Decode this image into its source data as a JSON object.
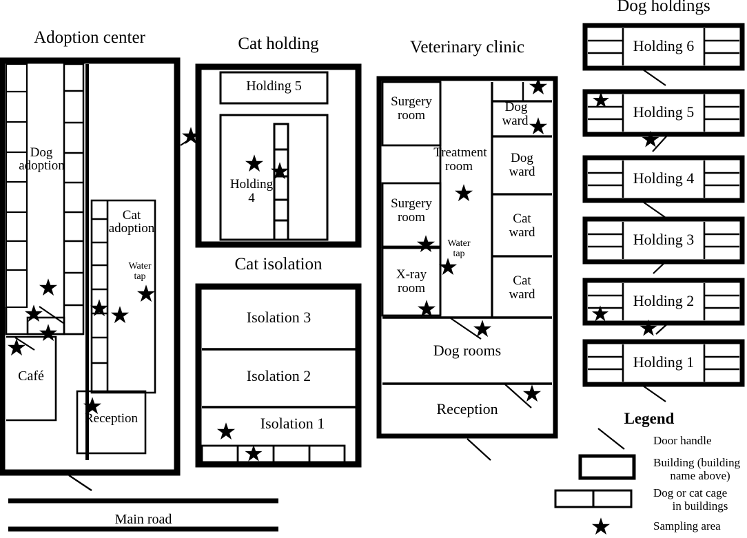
{
  "figure": {
    "kind": "animal-shelter-floor-plan",
    "road_label": "Main road"
  },
  "buildings": [
    {
      "id": "adoption-center",
      "title": "Adoption center",
      "rooms": [
        "Dog adoption",
        "Cat adoption",
        "Café",
        "Reception"
      ],
      "annotations": [
        "Water tap"
      ],
      "sampling_areas": 8,
      "door_handles": 4
    },
    {
      "id": "cat-holding",
      "title": "Cat holding",
      "rooms": [
        "Holding 5",
        "Holding 4"
      ],
      "sampling_areas": 3,
      "door_handles": 1
    },
    {
      "id": "cat-isolation",
      "title": "Cat isolation",
      "rooms": [
        "Isolation 3",
        "Isolation 2",
        "Isolation 1"
      ],
      "sampling_areas": 2,
      "door_handles": 0
    },
    {
      "id": "veterinary-clinic",
      "title": "Veterinary clinic",
      "rooms": [
        "Surgery room",
        "Treatment room",
        "Surgery room",
        "X-ray room",
        "Dog ward",
        "Dog ward",
        "Cat ward",
        "Cat ward",
        "Dog rooms",
        "Reception"
      ],
      "annotations": [
        "Water tap"
      ],
      "sampling_areas": 8,
      "door_handles": 3
    },
    {
      "id": "dog-holdings",
      "title": "Dog holdings",
      "rooms": [
        "Holding 6",
        "Holding 5",
        "Holding 4",
        "Holding 3",
        "Holding 2",
        "Holding 1"
      ],
      "sampling_areas": 4,
      "door_handles": 6
    }
  ],
  "titles": {
    "adoption_center": "Adoption center",
    "cat_holding": "Cat holding",
    "cat_isolation": "Cat isolation",
    "veterinary_clinic": "Veterinary clinic",
    "dog_holdings": "Dog holdings"
  },
  "adoption_center": {
    "dog_adoption": "Dog\nadoption",
    "dog_adoption_l1": "Dog",
    "dog_adoption_l2": "adoption",
    "cat_adoption_l1": "Cat",
    "cat_adoption_l2": "adoption",
    "water_tap_l1": "Water",
    "water_tap_l2": "tap",
    "cafe": "Café",
    "reception": "Reception"
  },
  "cat_holding": {
    "holding5": "Holding 5",
    "holding4_l1": "Holding",
    "holding4_l2": "4"
  },
  "cat_isolation": {
    "isolation3": "Isolation 3",
    "isolation2": "Isolation 2",
    "isolation1": "Isolation 1"
  },
  "veterinary_clinic": {
    "surgery_room_1_l1": "Surgery",
    "surgery_room_1_l2": "room",
    "surgery_room_2_l1": "Surgery",
    "surgery_room_2_l2": "room",
    "treatment_room_l1": "Treatment",
    "treatment_room_l2": "room",
    "xray_room_l1": "X-ray",
    "xray_room_l2": "room",
    "water_tap_l1": "Water",
    "water_tap_l2": "tap",
    "dog_ward_1_l1": "Dog",
    "dog_ward_1_l2": "ward",
    "dog_ward_2_l1": "Dog",
    "dog_ward_2_l2": "ward",
    "cat_ward_1_l1": "Cat",
    "cat_ward_1_l2": "ward",
    "cat_ward_2_l1": "Cat",
    "cat_ward_2_l2": "ward",
    "dog_rooms": "Dog rooms",
    "reception": "Reception"
  },
  "dog_holdings": {
    "holding6": "Holding 6",
    "holding5": "Holding 5",
    "holding4": "Holding 4",
    "holding3": "Holding 3",
    "holding2": "Holding 2",
    "holding1": "Holding 1"
  },
  "legend": {
    "title": "Legend",
    "items": [
      {
        "symbol": "diagonal-line",
        "label_l1": "Door handle",
        "label_l2": ""
      },
      {
        "symbol": "thick-rectangle",
        "label_l1": "Building (building",
        "label_l2": "name above)"
      },
      {
        "symbol": "split-rectangle",
        "label_l1": "Dog or cat cage",
        "label_l2": "in buildings"
      },
      {
        "symbol": "star",
        "label_l1": "Sampling area",
        "label_l2": ""
      }
    ]
  },
  "colors": {
    "ink": "#000000",
    "paper": "#ffffff"
  }
}
